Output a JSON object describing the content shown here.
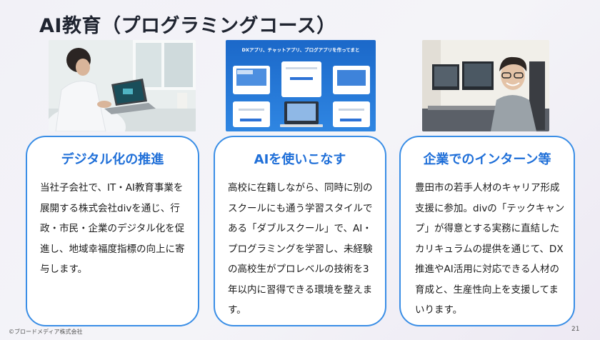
{
  "title": "AI教育（プログラミングコース）",
  "photos": {
    "middle_banner": "DXアプリ、チャットアプリ、ブログアプリを作ってまと"
  },
  "cards": [
    {
      "heading": "デジタル化の推進",
      "body": "当社子会社で、IT・AI教育事業を展開する株式会社divを通じ、行政・市民・企業のデジタル化を促進し、地域幸福度指標の向上に寄与します。"
    },
    {
      "heading": "AIを使いこなす",
      "body": "高校に在籍しながら、同時に別のスクールにも通う学習スタイルである「ダブルスクール」で、AI・プログラミングを学習し、未経験の高校生がプロレベルの技術を3年以内に習得できる環境を整えます。"
    },
    {
      "heading": "企業でのインターン等",
      "body": "豊田市の若手人材のキャリア形成支援に参加。divの「テックキャンプ」が得意とする実務に直結したカリキュラムの提供を通じて、DX推進やAI活用に対応できる人材の育成と、生産性向上を支援してまいります。"
    }
  ],
  "footer": "©ブロードメディア株式会社",
  "page_number": "21",
  "colors": {
    "accent": "#3a8ee6",
    "heading": "#1f6fd8",
    "text": "#1b1b1b"
  }
}
